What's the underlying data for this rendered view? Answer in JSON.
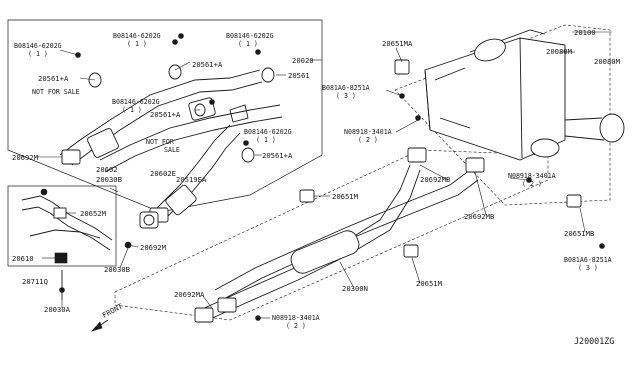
{
  "labels": {
    "p20020": "20020",
    "p20100": "20100",
    "bolt_6202g_tl": "B08146-6202G",
    "bolt_6202g_tl_qty": "( 1 )",
    "bolt_6202g_tc": "B08146-6202G",
    "bolt_6202g_tc_qty": "( 1 )",
    "bolt_6202g_tr": "B08146-6202G",
    "bolt_6202g_tr_qty": "( 1 )",
    "bolt_6202g_mc": "B08146-6202G",
    "bolt_6202g_mc_qty": "( 1 )",
    "bolt_6202g_mr": "B08146-6202G",
    "bolt_6202g_mr_qty": "( 1 )",
    "p20561a_left": "20561+A",
    "p20561a_top": "20561+A",
    "p20561_right": "20561",
    "p20561a_mid": "20561+A",
    "p20561a_lower": "20561+A",
    "not_for_sale_1a": "NOT FOR SALE",
    "not_for_sale_2a": "NOT FOR",
    "not_for_sale_2b": "SALE",
    "p20692m_left": "20692M",
    "p20030b_top": "20030B",
    "p20602": "20602",
    "p20602e": "20602E",
    "p20519ea": "20519EA",
    "p20652m": "20652M",
    "p20692m_lower": "20692M",
    "p20610": "20610",
    "p20711q": "20711Q",
    "p20030b_lower": "20030B",
    "p20030a": "20030A",
    "p20651ma": "20651MA",
    "bolt_8251a_top": "B081A6-8251A",
    "bolt_8251a_top_qty": "( 3 )",
    "nut_3401a_left": "N08918-3401A",
    "nut_3401a_left_qty": "( 2 )",
    "p20080m_a": "20080M",
    "p20080m_b": "20080M",
    "nut_3401a_right": "N08918-3401A",
    "nut_3401a_right_qty": "( 2 )",
    "p20692mb_a": "20692MB",
    "p20692mb_b": "20692MB",
    "p20651m_top": "20651M",
    "p20651m_bottom": "20651M",
    "p20651mb": "20651MB",
    "bolt_8251a_bottom": "B081A6-8251A",
    "bolt_8251a_bottom_qty": "( 3 )",
    "p20300n": "20300N",
    "p20692ma": "20692MA",
    "nut_3401a_bottom": "N08918-3401A",
    "nut_3401a_bottom_qty": "( 2 )",
    "front": "FRONT",
    "diagram_code": "J20001ZG"
  }
}
